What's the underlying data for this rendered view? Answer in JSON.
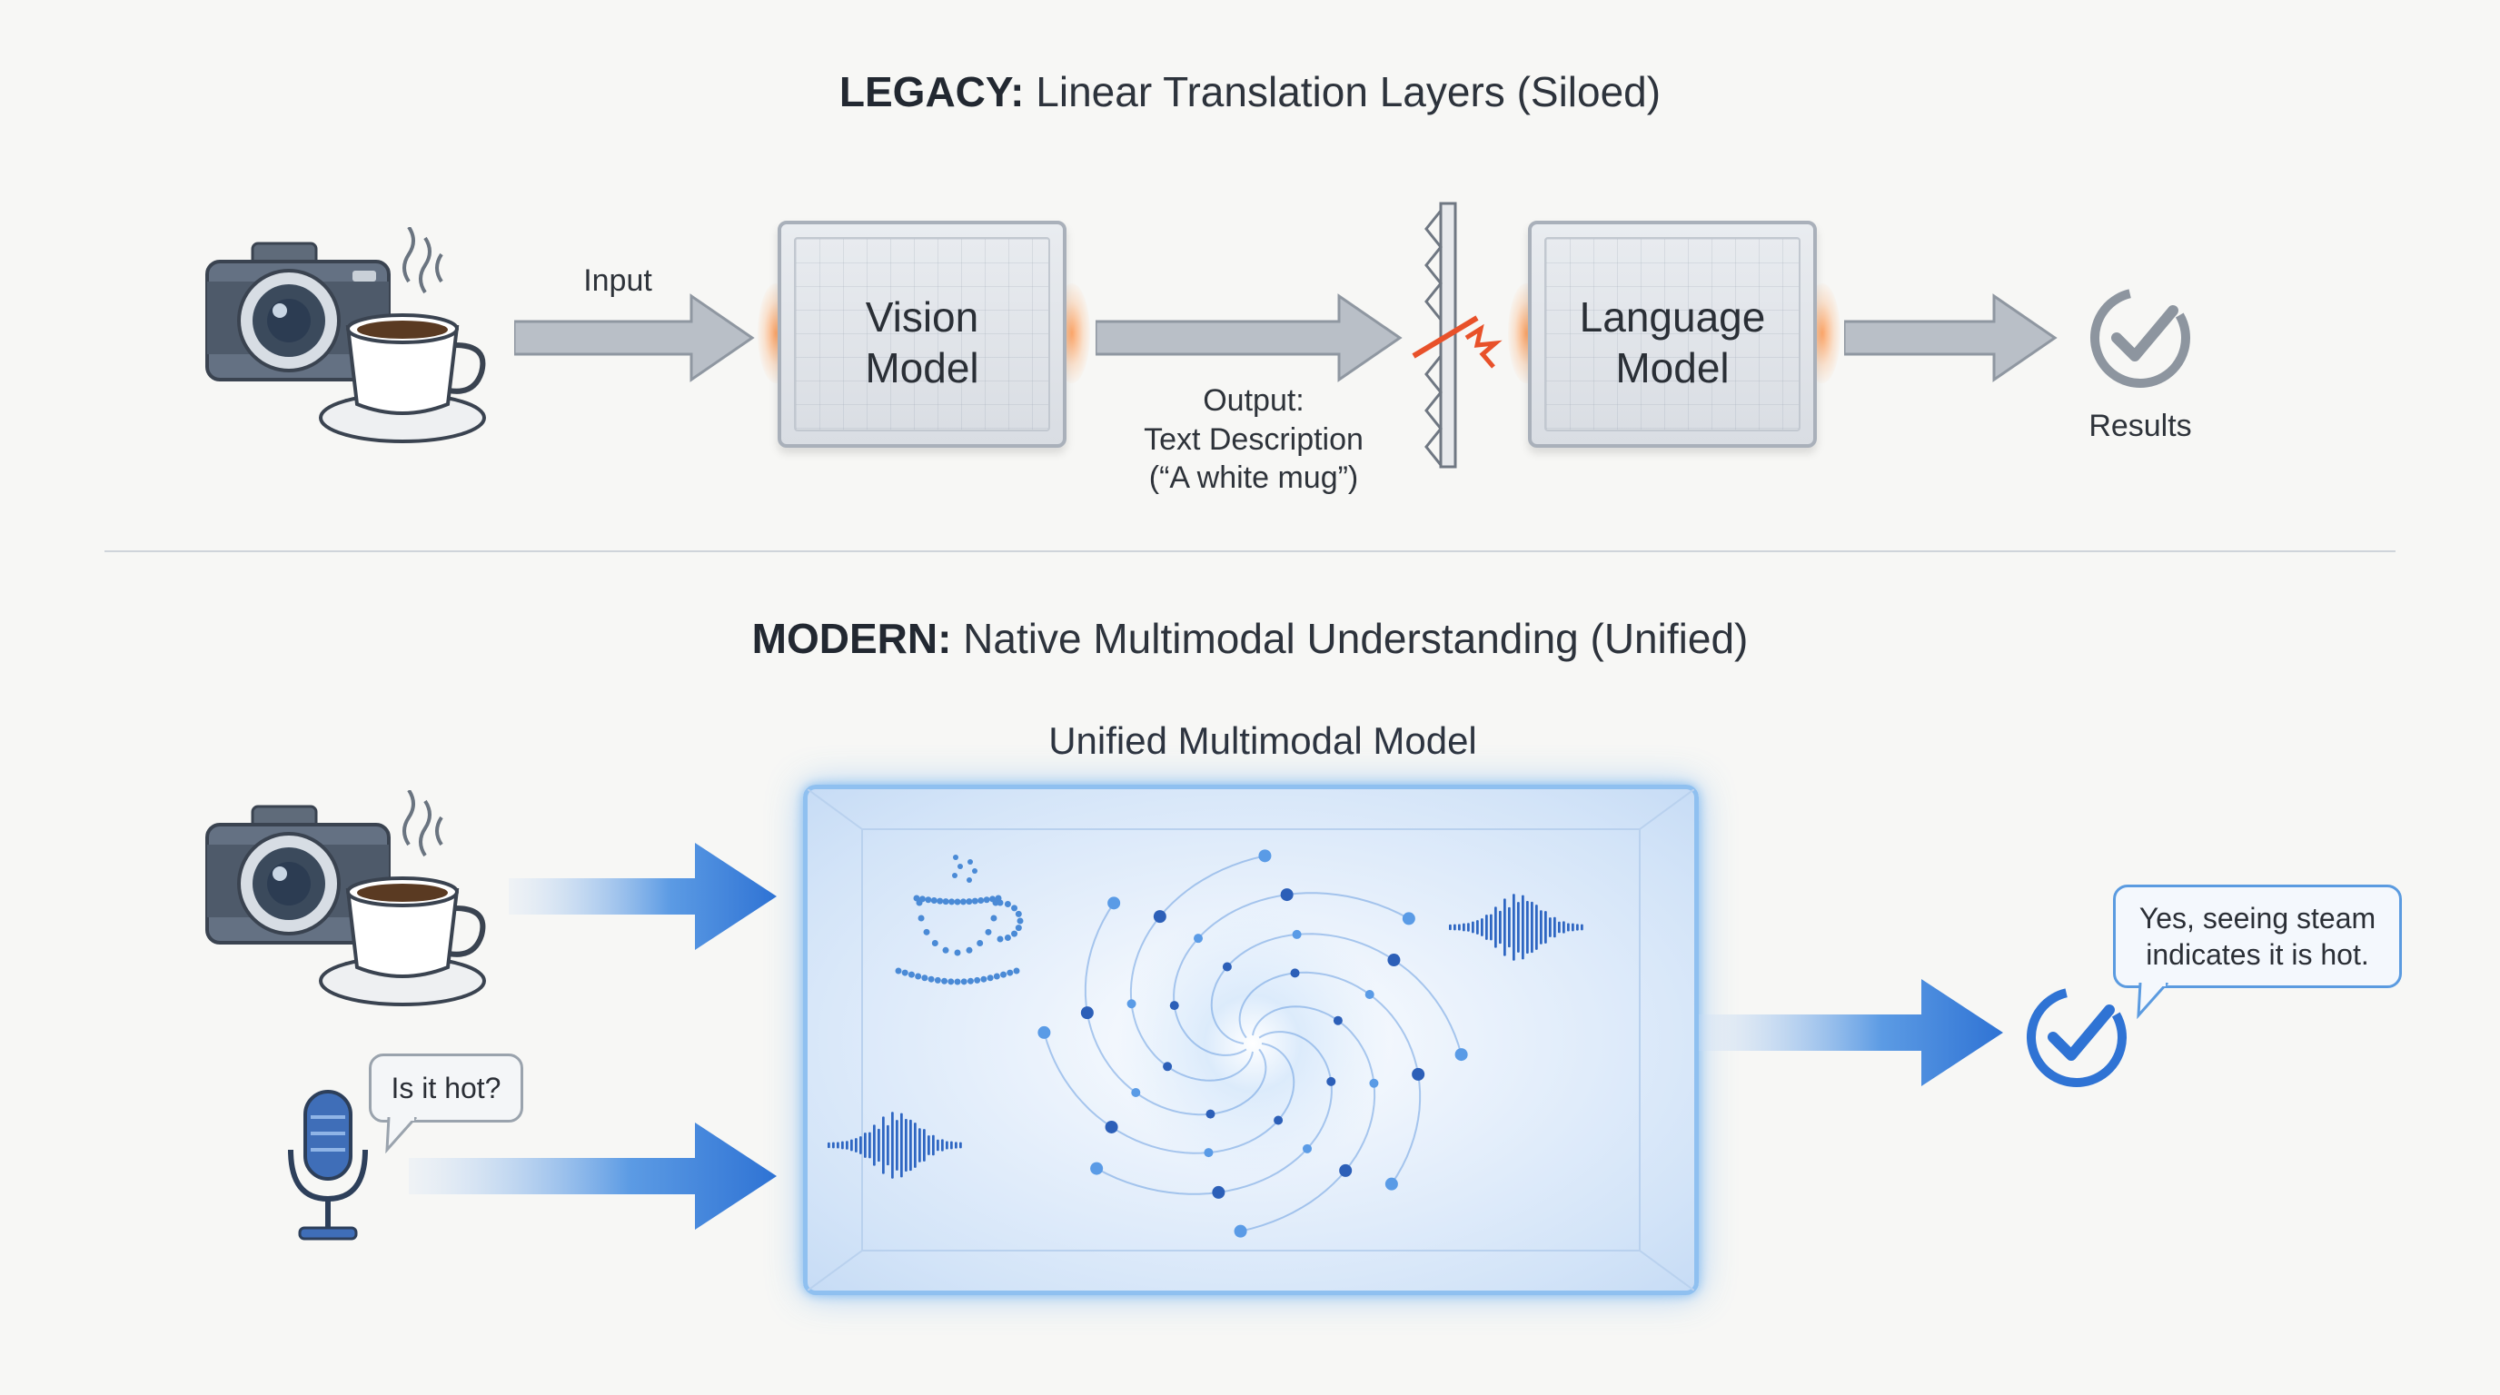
{
  "legacy": {
    "title_bold": "LEGACY:",
    "title_rest": " Linear Translation Layers (Siloed)",
    "input_label": "Input",
    "vision_model": [
      "Vision",
      "Model"
    ],
    "output_label": [
      "Output:",
      "Text Description",
      "(“A white mug”)"
    ],
    "language_model": [
      "Language",
      "Model"
    ],
    "results_label": "Results"
  },
  "modern": {
    "title_bold": "MODERN:",
    "title_rest": " Native Multimodal Understanding (Unified)",
    "unified_title": "Unified Multimodal Model",
    "question_bubble": "Is it hot?",
    "answer_bubble": [
      "Yes, seeing steam",
      "indicates it is hot."
    ]
  },
  "colors": {
    "legacy_arrow": "#a4abb4",
    "modern_arrow": "#2f73d4",
    "check_gray": "#8d959f",
    "check_blue": "#2f73d4",
    "break_orange": "#e8512a"
  },
  "icons": [
    "camera-icon",
    "coffee-cup-icon",
    "microphone-icon",
    "check-circle-icon",
    "broken-wall-icon",
    "sound-wave-icon",
    "swirl-icon"
  ]
}
